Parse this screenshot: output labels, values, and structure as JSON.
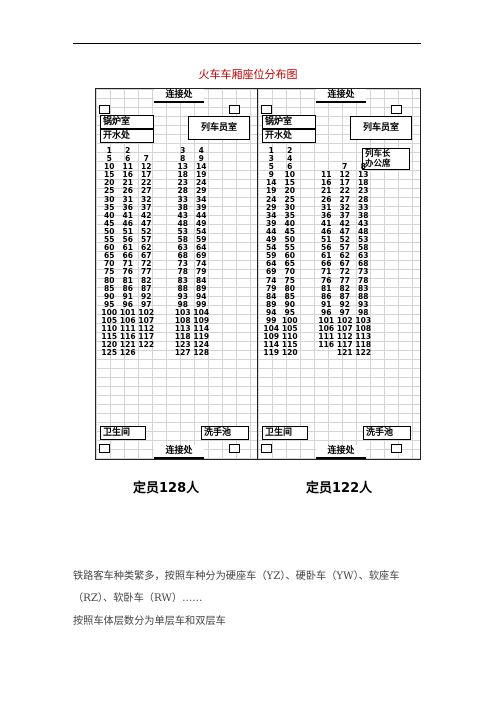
{
  "title": "火车车厢座位分布图",
  "left": {
    "top_connector": "连接处",
    "boiler": "锅炉室",
    "water": "开水处",
    "staff": "列车员室",
    "toilet": "卫生间",
    "washbasin": "洗手池",
    "bottom_connector": "连接处",
    "rows": [
      [
        "1",
        "2",
        "",
        "",
        "3",
        "4"
      ],
      [
        "5",
        "6",
        "7",
        "",
        "8",
        "9"
      ],
      [
        "10",
        "11",
        "12",
        "",
        "13",
        "14"
      ],
      [
        "15",
        "16",
        "17",
        "",
        "18",
        "19"
      ],
      [
        "20",
        "21",
        "22",
        "",
        "23",
        "24"
      ],
      [
        "25",
        "26",
        "27",
        "",
        "28",
        "29"
      ],
      [
        "30",
        "31",
        "32",
        "",
        "33",
        "34"
      ],
      [
        "35",
        "36",
        "37",
        "",
        "38",
        "39"
      ],
      [
        "40",
        "41",
        "42",
        "",
        "43",
        "44"
      ],
      [
        "45",
        "46",
        "47",
        "",
        "48",
        "49"
      ],
      [
        "50",
        "51",
        "52",
        "",
        "53",
        "54"
      ],
      [
        "55",
        "56",
        "57",
        "",
        "58",
        "59"
      ],
      [
        "60",
        "61",
        "62",
        "",
        "63",
        "64"
      ],
      [
        "65",
        "66",
        "67",
        "",
        "68",
        "69"
      ],
      [
        "70",
        "71",
        "72",
        "",
        "73",
        "74"
      ],
      [
        "75",
        "76",
        "77",
        "",
        "78",
        "79"
      ],
      [
        "80",
        "81",
        "82",
        "",
        "83",
        "84"
      ],
      [
        "85",
        "86",
        "87",
        "",
        "88",
        "89"
      ],
      [
        "90",
        "91",
        "92",
        "",
        "93",
        "94"
      ],
      [
        "95",
        "96",
        "97",
        "",
        "98",
        "99"
      ],
      [
        "100",
        "101",
        "102",
        "",
        "103",
        "104"
      ],
      [
        "105",
        "106",
        "107",
        "",
        "108",
        "109"
      ],
      [
        "110",
        "111",
        "112",
        "",
        "113",
        "114"
      ],
      [
        "115",
        "116",
        "117",
        "",
        "118",
        "119"
      ],
      [
        "120",
        "121",
        "122",
        "",
        "123",
        "124"
      ],
      [
        "125",
        "126",
        "",
        "",
        "127",
        "128"
      ]
    ],
    "caption": "定员128人"
  },
  "right": {
    "top_connector": "连接处",
    "boiler": "锅炉室",
    "water": "开水处",
    "staff": "列车员室",
    "chief": "列车长",
    "office": "办公席",
    "toilet": "卫生间",
    "washbasin": "洗手池",
    "bottom_connector": "连接处",
    "rows": [
      [
        "1",
        "2",
        "",
        "",
        "",
        ""
      ],
      [
        "3",
        "4",
        "",
        "",
        "",
        ""
      ],
      [
        "5",
        "6",
        "",
        "",
        "7",
        "8"
      ],
      [
        "9",
        "10",
        "",
        "11",
        "12",
        "13"
      ],
      [
        "14",
        "15",
        "",
        "16",
        "17",
        "18"
      ],
      [
        "19",
        "20",
        "",
        "21",
        "22",
        "23"
      ],
      [
        "24",
        "25",
        "",
        "26",
        "27",
        "28"
      ],
      [
        "29",
        "30",
        "",
        "31",
        "32",
        "33"
      ],
      [
        "34",
        "35",
        "",
        "36",
        "37",
        "38"
      ],
      [
        "39",
        "40",
        "",
        "41",
        "42",
        "43"
      ],
      [
        "44",
        "45",
        "",
        "46",
        "47",
        "48"
      ],
      [
        "49",
        "50",
        "",
        "51",
        "52",
        "53"
      ],
      [
        "54",
        "55",
        "",
        "56",
        "57",
        "58"
      ],
      [
        "59",
        "60",
        "",
        "61",
        "62",
        "63"
      ],
      [
        "64",
        "65",
        "",
        "66",
        "67",
        "68"
      ],
      [
        "69",
        "70",
        "",
        "71",
        "72",
        "73"
      ],
      [
        "74",
        "75",
        "",
        "76",
        "77",
        "78"
      ],
      [
        "79",
        "80",
        "",
        "81",
        "82",
        "83"
      ],
      [
        "84",
        "85",
        "",
        "86",
        "87",
        "88"
      ],
      [
        "89",
        "90",
        "",
        "91",
        "92",
        "93"
      ],
      [
        "94",
        "95",
        "",
        "96",
        "97",
        "98"
      ],
      [
        "99",
        "100",
        "",
        "101",
        "102",
        "103"
      ],
      [
        "104",
        "105",
        "",
        "106",
        "107",
        "108"
      ],
      [
        "109",
        "110",
        "",
        "111",
        "112",
        "113"
      ],
      [
        "114",
        "115",
        "",
        "116",
        "117",
        "118"
      ],
      [
        "119",
        "120",
        "",
        "",
        "121",
        "122"
      ]
    ],
    "caption": "定员122人"
  },
  "paragraph1": "铁路客车种类繁多，按照车种分为硬座车（YZ）、硬卧车（YW）、软座车（RZ）、软卧车（RW）……",
  "paragraph2": "按照车体层数分为单层车和双层车"
}
